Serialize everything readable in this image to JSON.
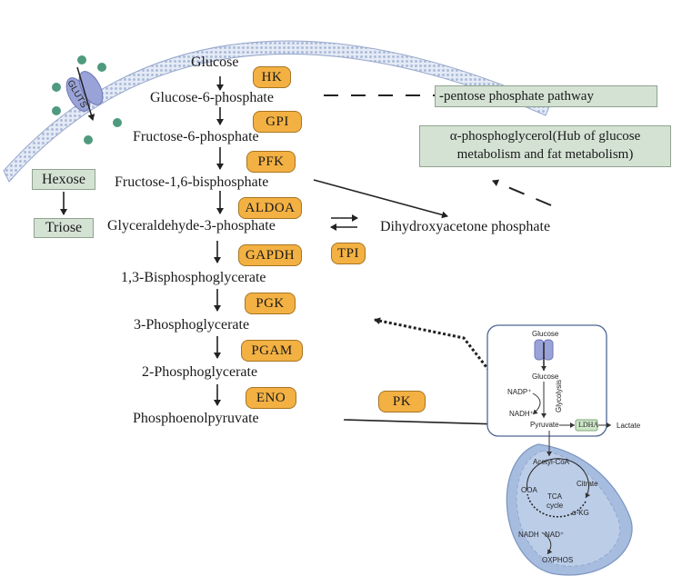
{
  "pathway": {
    "glucose": "Glucose",
    "g6p": "Glucose-6-phosphate",
    "f6p": "Fructose-6-phosphate",
    "f16bp": "Fructose-1,6-bisphosphate",
    "gap": "Glyceraldehyde-3-phosphate",
    "dhap": "Dihydroxyacetone phosphate",
    "bpg13": "1,3-Bisphosphoglycerate",
    "pg3": "3-Phosphoglycerate",
    "pg2": "2-Phosphoglycerate",
    "pep": "Phosphoenolpyruvate"
  },
  "enzymes": {
    "hk": "HK",
    "gpi": "GPI",
    "pfk": "PFK",
    "aldoa": "ALDOA",
    "gapdh": "GAPDH",
    "tpi": "TPI",
    "pgk": "PGK",
    "pgam": "PGAM",
    "eno": "ENO",
    "pk": "PK"
  },
  "boxes": {
    "ppp": "pentose phosphate pathway",
    "ppp_marker": "-",
    "glycerol_line1": "α-phosphoglycerol(Hub of glucose",
    "glycerol_line2": "metabolism and fat metabolism)",
    "hexose": "Hexose",
    "triose": "Triose"
  },
  "membrane": {
    "transporter": "GLUTS"
  },
  "inset": {
    "glucose_top": "Glucose",
    "glucose_mid": "Glucose",
    "nadp": "NADP⁺",
    "nadh": "NADH⁺",
    "glycolysis": "Glycolysis",
    "pyruvate": "Pyruvate",
    "ldha": "LDHA",
    "lactate": "Lactate",
    "acetyl_coa": "Acetyl-CoA",
    "citrate": "Citrate",
    "oaa": "OOA",
    "tca1": "TCA",
    "tca2": "cycle",
    "akg": "α-KG",
    "nadh2": "NADH",
    "nad": "NAD⁺",
    "oxphos": "OXPHOS"
  },
  "colors": {
    "enzyme_fill": "#f3b143",
    "box_fill": "#d4e2d4",
    "membrane": "#c8d4ea",
    "transporter": "#9aa3d8",
    "glucose_dot": "#4f9a7e",
    "mitochondrion": "#a7bddf"
  }
}
